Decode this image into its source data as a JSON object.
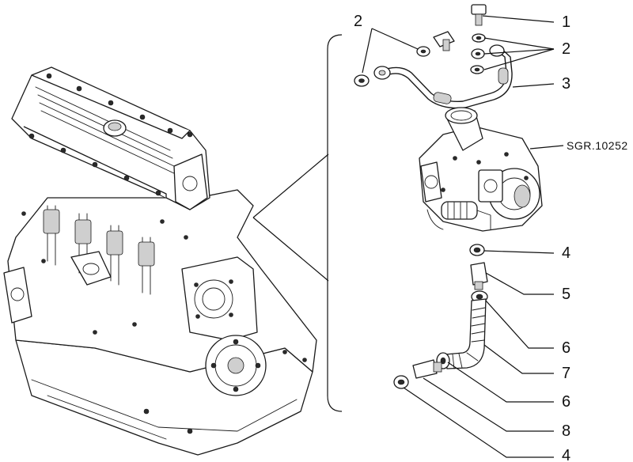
{
  "reference_code": "SGR.10252",
  "callouts": [
    {
      "id": "c1",
      "label": "1"
    },
    {
      "id": "c2a",
      "label": "2"
    },
    {
      "id": "c2b",
      "label": "2"
    },
    {
      "id": "c3",
      "label": "3"
    },
    {
      "id": "c4a",
      "label": "4"
    },
    {
      "id": "c5",
      "label": "5"
    },
    {
      "id": "c6a",
      "label": "6"
    },
    {
      "id": "c7",
      "label": "7"
    },
    {
      "id": "c6b",
      "label": "6"
    },
    {
      "id": "c8",
      "label": "8"
    },
    {
      "id": "c4b",
      "label": "4"
    }
  ]
}
